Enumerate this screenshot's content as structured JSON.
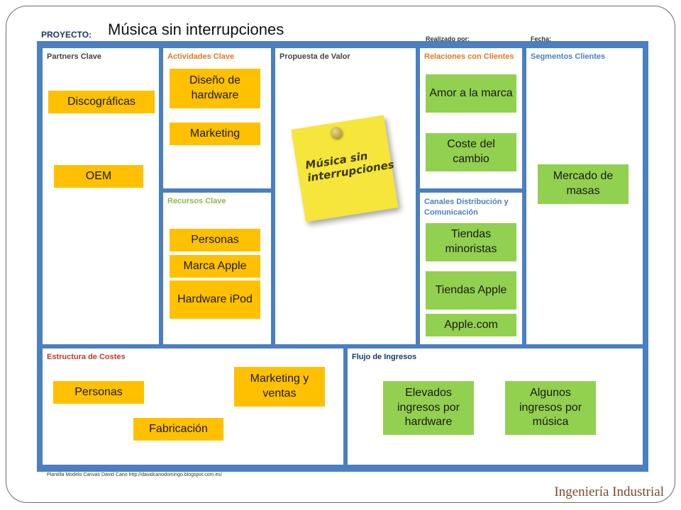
{
  "title": "Música sin interrupciones",
  "header": {
    "project_label": "PROYECTO:",
    "made_by_label": "Realizado por:",
    "date_label": "Fecha:"
  },
  "sections": {
    "partners": "Partners Clave",
    "activities": "Actividades Clave",
    "value": "Propuesta de Valor",
    "relations": "Relaciones con Clientes",
    "segments": "Segmentos Clientes",
    "resources": "Recursos Clave",
    "channels_line1": "Canales Distribución y",
    "channels_line2": "Comunicación",
    "costs": "Estructura de Costes",
    "revenue": "Flujo de Ingresos"
  },
  "notes": {
    "partners": [
      "Discográficas",
      "OEM"
    ],
    "activities": [
      "Diseño de hardware",
      "Marketing"
    ],
    "resources": [
      "Personas",
      "Marca Apple",
      "Hardware iPod"
    ],
    "relations": [
      "Amor a la marca",
      "Coste del cambio"
    ],
    "channels": [
      "Tiendas minoristas",
      "Tiendas Apple",
      "Apple.com"
    ],
    "segments": [
      "Mercado de masas"
    ],
    "costs": [
      "Personas",
      "Marketing y ventas",
      "Fabricación"
    ],
    "revenue": [
      "Elevados ingresos por hardware",
      "Algunos ingresos por música"
    ]
  },
  "sticky_note": "Música sin interrupciones",
  "footer_credit": "Plantilla Modelo Canvas David Cano http://davidcanodomingo.blogspot.com.es/",
  "brand": "Ingeniería Industrial",
  "colors": {
    "frame_blue": "#4a7fc1",
    "orange_note": "#ffc000",
    "green_note": "#92d050",
    "sticky_yellow": "#f6e53a"
  }
}
